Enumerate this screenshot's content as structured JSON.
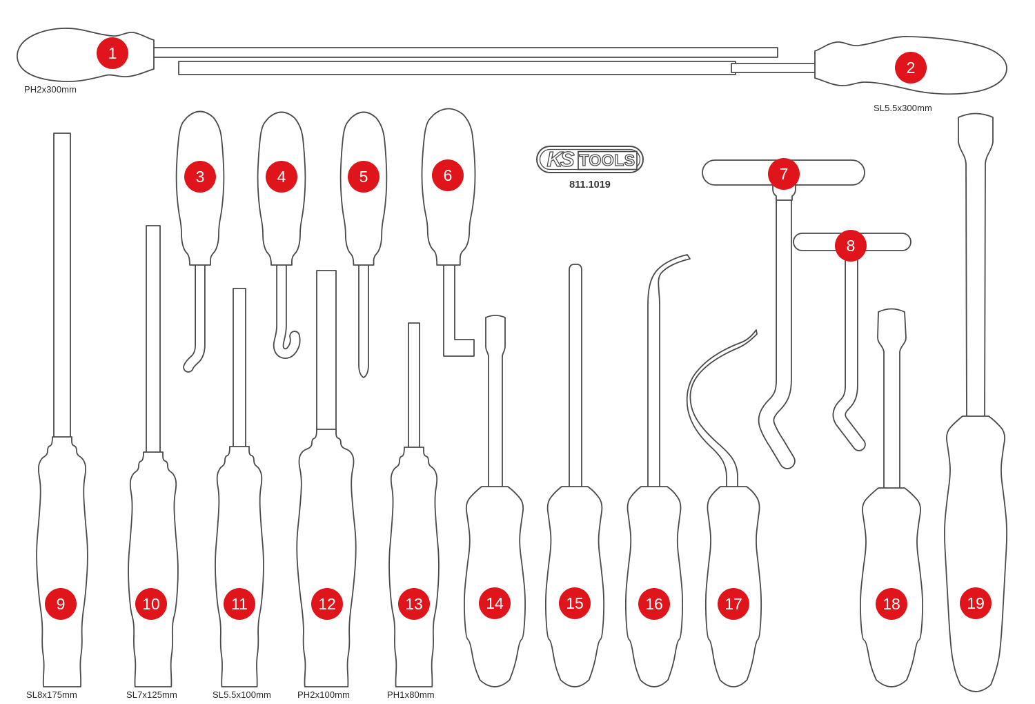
{
  "brand": {
    "ks": "KS",
    "tools_word": "TOOLS",
    "part_number": "811.1019"
  },
  "colors": {
    "badge": "#e0151b",
    "outline": "#4a4a4a",
    "label": "#2b2627"
  },
  "tools": [
    {
      "num": "1",
      "label": "PH2x300mm"
    },
    {
      "num": "2",
      "label": "SL5.5x300mm"
    },
    {
      "num": "3",
      "label": ""
    },
    {
      "num": "4",
      "label": ""
    },
    {
      "num": "5",
      "label": ""
    },
    {
      "num": "6",
      "label": ""
    },
    {
      "num": "7",
      "label": ""
    },
    {
      "num": "8",
      "label": ""
    },
    {
      "num": "9",
      "label": "SL8x175mm"
    },
    {
      "num": "10",
      "label": "SL7x125mm"
    },
    {
      "num": "11",
      "label": "SL5.5x100mm"
    },
    {
      "num": "12",
      "label": "PH2x100mm"
    },
    {
      "num": "13",
      "label": "PH1x80mm"
    },
    {
      "num": "14",
      "label": ""
    },
    {
      "num": "15",
      "label": ""
    },
    {
      "num": "16",
      "label": ""
    },
    {
      "num": "17",
      "label": ""
    },
    {
      "num": "18",
      "label": ""
    },
    {
      "num": "19",
      "label": ""
    }
  ]
}
